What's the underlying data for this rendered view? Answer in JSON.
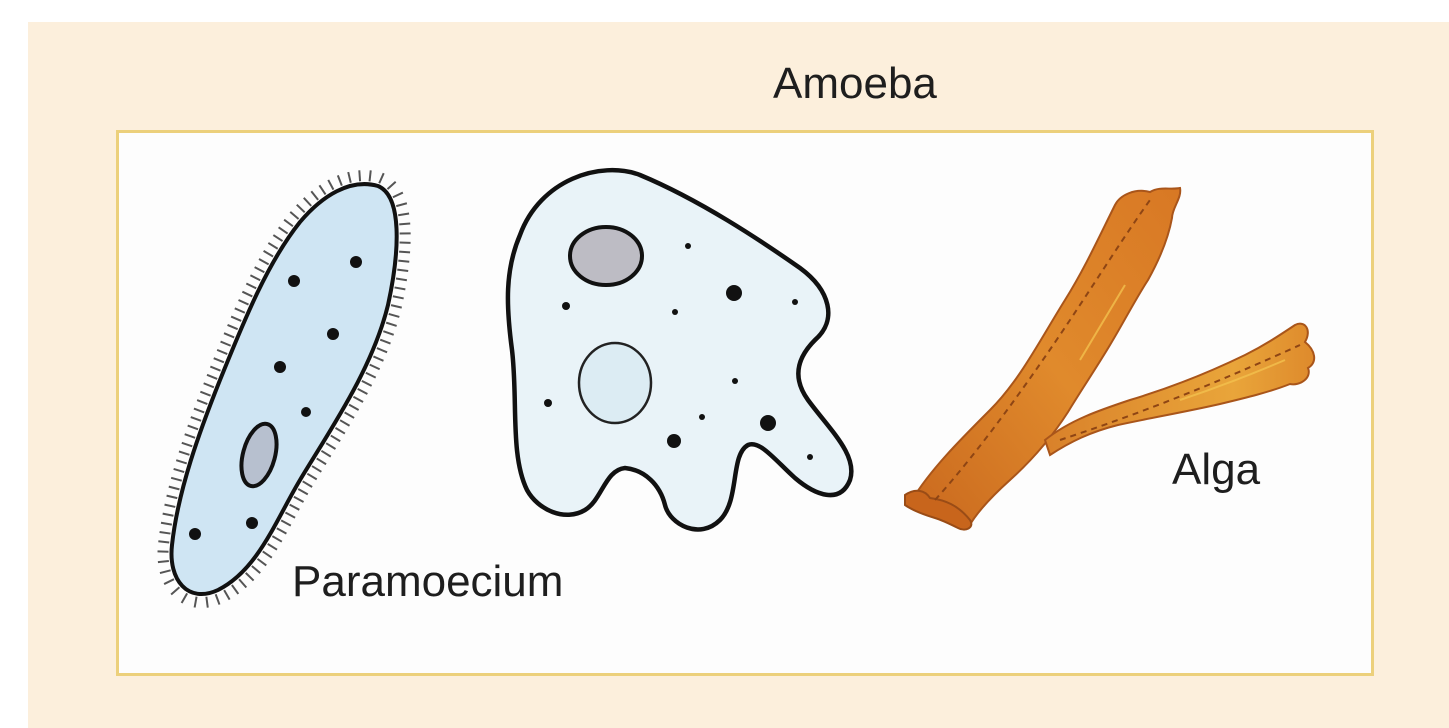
{
  "labels": {
    "amoeba": "Amoeba",
    "paramoecium": "Paramoecium",
    "alga": "Alga"
  },
  "colors": {
    "background_panel": "#fcefdc",
    "frame_border": "#ecd07b",
    "paramoecium_fill": "#cfe5f3",
    "amoeba_fill": "#e9f3f8",
    "nucleus_fill": "#bdbcc4",
    "alga_fill": "#d9822b"
  },
  "organisms": [
    {
      "name_key": "paramoecium",
      "icon": "paramoecium-drawing"
    },
    {
      "name_key": "amoeba",
      "icon": "amoeba-drawing"
    },
    {
      "name_key": "alga",
      "icon": "alga-drawing"
    }
  ]
}
